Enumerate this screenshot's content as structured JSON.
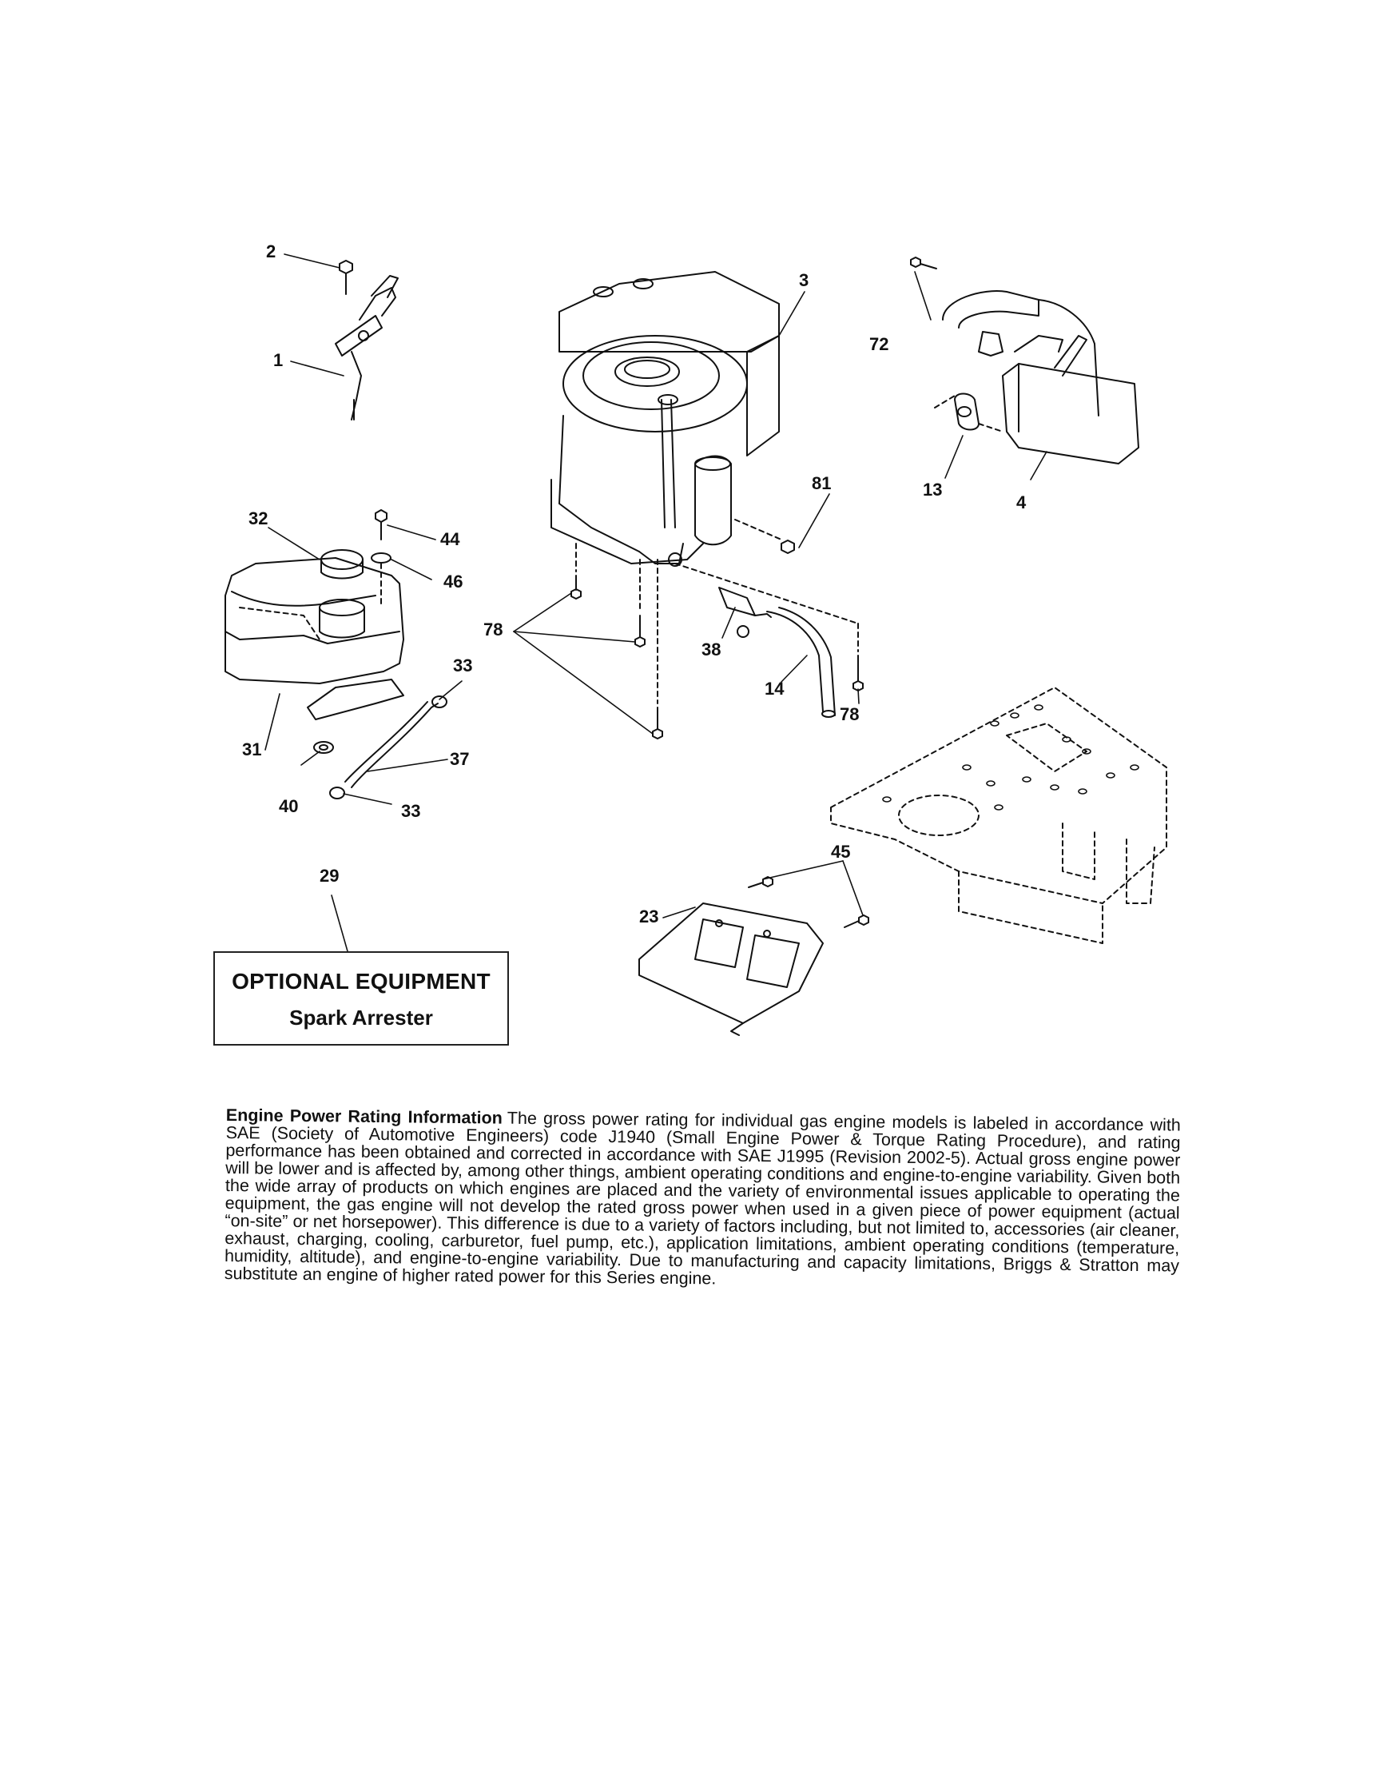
{
  "diagram": {
    "part_labels": [
      "1",
      "2",
      "3",
      "4",
      "13",
      "14",
      "23",
      "29",
      "31",
      "32",
      "33",
      "37",
      "38",
      "40",
      "44",
      "45",
      "46",
      "72",
      "78",
      "81"
    ],
    "optional_equipment": {
      "title": "OPTIONAL EQUIPMENT",
      "item": "Spark Arrester"
    }
  },
  "engine_power_info": {
    "heading": "Engine Power Rating Information",
    "body": "The gross power rating for individual gas engine models is labeled in accordance with SAE (Society of Automotive Engineers) code J1940 (Small Engine Power & Torque Rating Procedure), and rating performance has been obtained and corrected in accordance with SAE J1995 (Revision 2002-5). Actual gross engine power will be lower and is affected by, among other things, ambient operating conditions and engine-to-engine variability. Given both the wide array of products on which engines are placed and the variety of environmental issues applicable to operating the equipment, the gas engine will not develop the rated gross power when used in a given piece of power equipment (actual “on-site” or net horsepower). This difference is due to a variety of factors including, but not limited to, accessories (air cleaner, exhaust, charging, cooling, carburetor, fuel pump, etc.), application limitations, ambient operating conditions (temperature, humidity, altitude), and engine-to-engine variability. Due to manufacturing and capacity limitations, Briggs & Stratton may substitute an engine of higher rated power for this Series engine."
  }
}
